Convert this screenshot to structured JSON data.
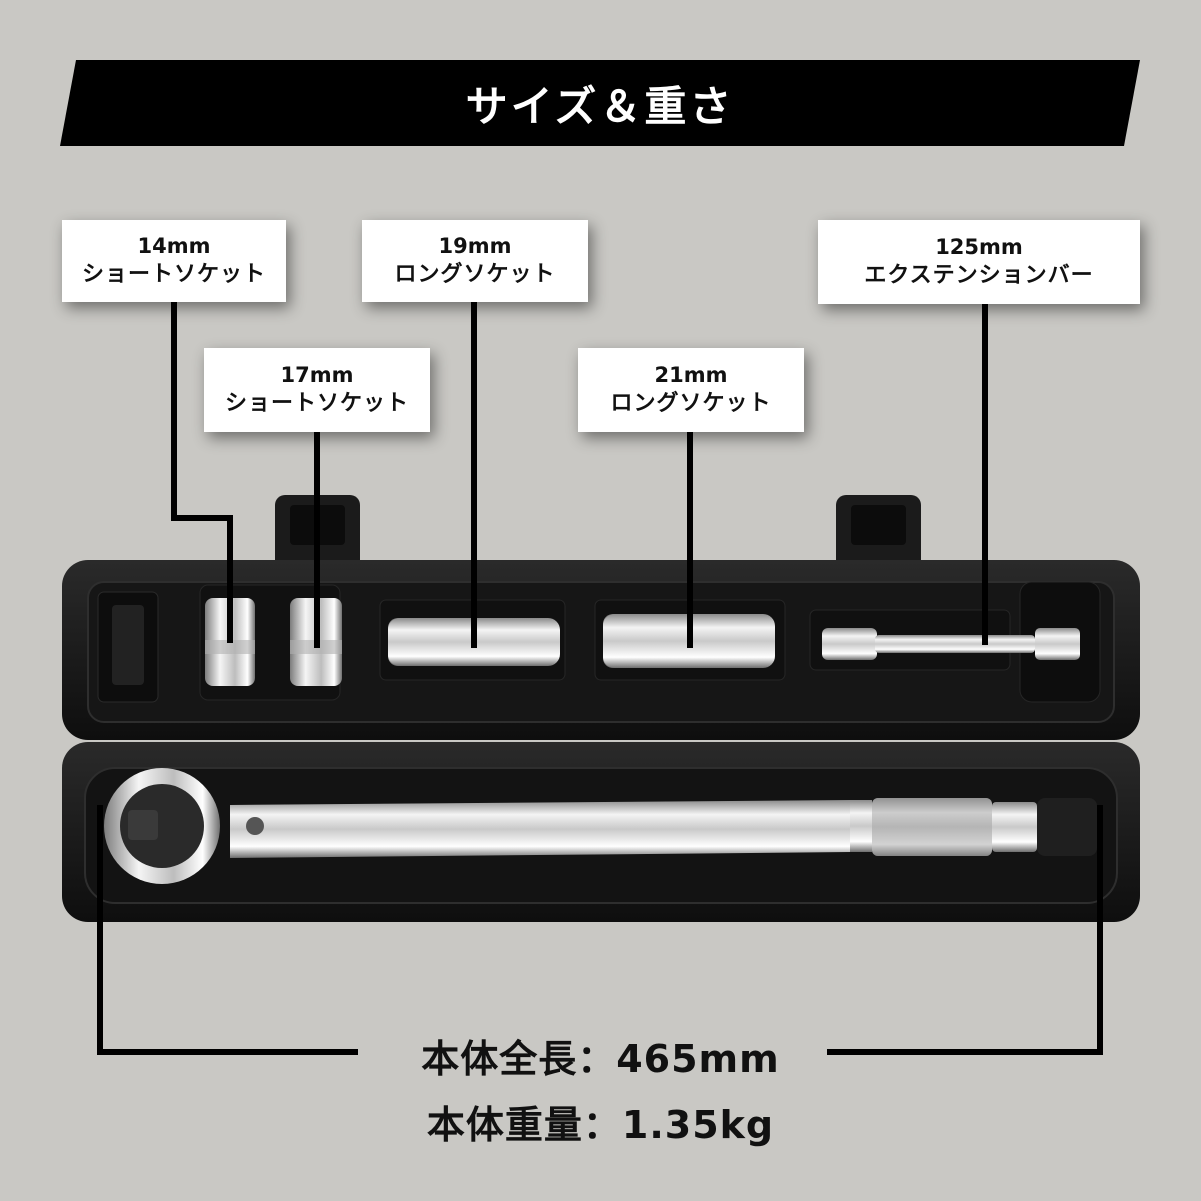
{
  "banner": {
    "title": "サイズ＆重さ"
  },
  "labels": [
    {
      "size": "14mm",
      "name": "ショートソケット"
    },
    {
      "size": "17mm",
      "name": "ショートソケット"
    },
    {
      "size": "19mm",
      "name": "ロングソケット"
    },
    {
      "size": "21mm",
      "name": "ロングソケット"
    },
    {
      "size": "125mm",
      "name": "エクステンションバー"
    }
  ],
  "specs": {
    "length": "本体全長：465mm",
    "weight": "本体重量：1.35kg"
  },
  "colors": {
    "background": "#c9c8c4",
    "banner": "#000000",
    "case": "#1a1a1a",
    "chrome": "#d8d8d8"
  }
}
